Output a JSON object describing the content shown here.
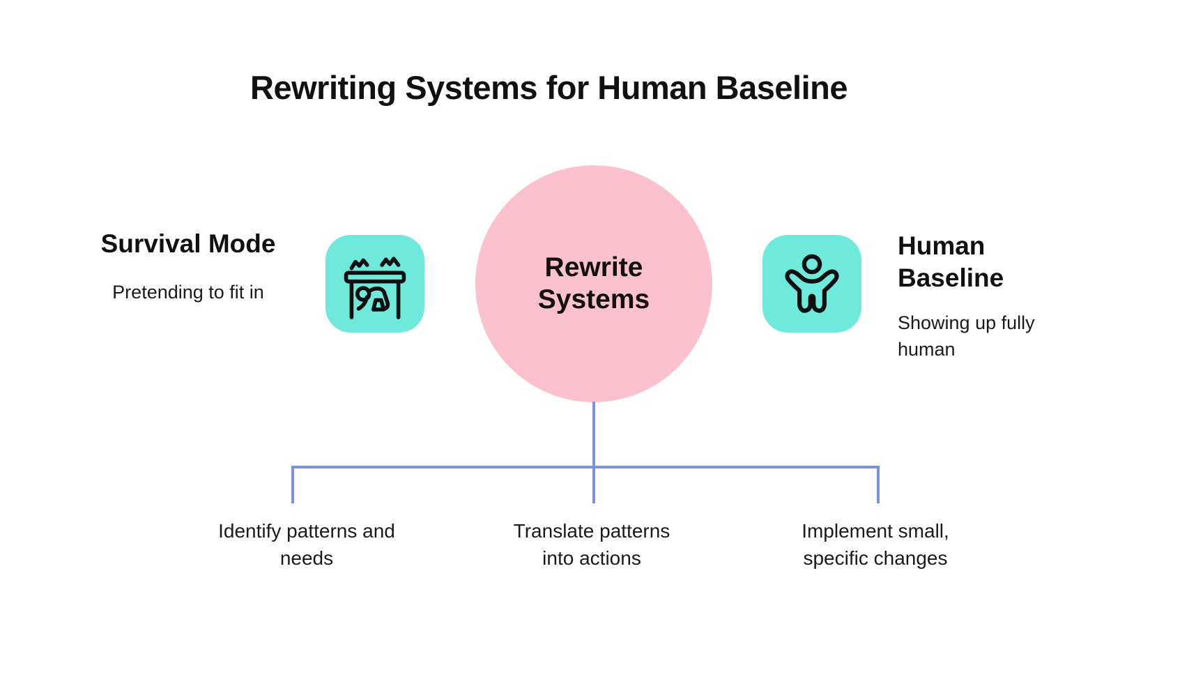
{
  "title": "Rewriting Systems for Human Baseline",
  "colors": {
    "pink": "#FBC1CF",
    "teal": "#6FE9DB",
    "connector": "#7C93D6",
    "text": "#111111"
  },
  "left": {
    "heading": "Survival Mode",
    "subtitle": "Pretending to fit in",
    "icon": "earthquake-drill-icon"
  },
  "center": {
    "label": "Rewrite\nSystems"
  },
  "right": {
    "heading": "Human\nBaseline",
    "subtitle": "Showing up fully\nhuman",
    "icon": "person-arms-raised-icon"
  },
  "steps": [
    {
      "label": "Identify patterns and\nneeds"
    },
    {
      "label": "Translate patterns\ninto actions"
    },
    {
      "label": "Implement small,\nspecific changes"
    }
  ]
}
